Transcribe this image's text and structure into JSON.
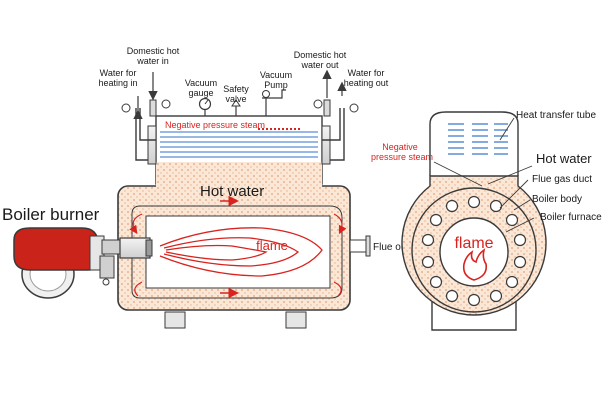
{
  "labels": {
    "domestic_hot_water_in": [
      "Domestic hot",
      "water in"
    ],
    "water_for_heating_in": [
      "Water for",
      "heating in"
    ],
    "vacuum_gauge": [
      "Vacuum",
      "gauge"
    ],
    "safety_valve": [
      "Safety",
      "valve"
    ],
    "vacuum_pump": [
      "Vacuum",
      "Pump"
    ],
    "domestic_hot_water_out": [
      "Domestic hot",
      "water out"
    ],
    "water_for_heating_out": [
      "Water for",
      "heating out"
    ],
    "negative_pressure_steam_left": "Negative pressure steam",
    "hot_water_left": "Hot water",
    "boiler_burner": "Boiler burner",
    "flame_left": "flame",
    "flue_out": "Flue out",
    "heat_transfer_tube": "Heat transfer tube",
    "negative_pressure_steam_right": [
      "Negative",
      "pressure steam"
    ],
    "hot_water_right": "Hot water",
    "flue_gas_duct": "Flue gas duct",
    "boiler_body": "Boiler body",
    "boiler_furnace": "Boiler furnace",
    "flame_right": "flame"
  },
  "colors": {
    "outline": "#3a3a3a",
    "water_fill": "#fbe7d6",
    "water_dots": "#e3a27c",
    "steam_tubes": "#5b8fd6",
    "flame_red": "#d9231f",
    "burner_red": "#c9231a",
    "burner_grey": "#9a9a9a"
  }
}
